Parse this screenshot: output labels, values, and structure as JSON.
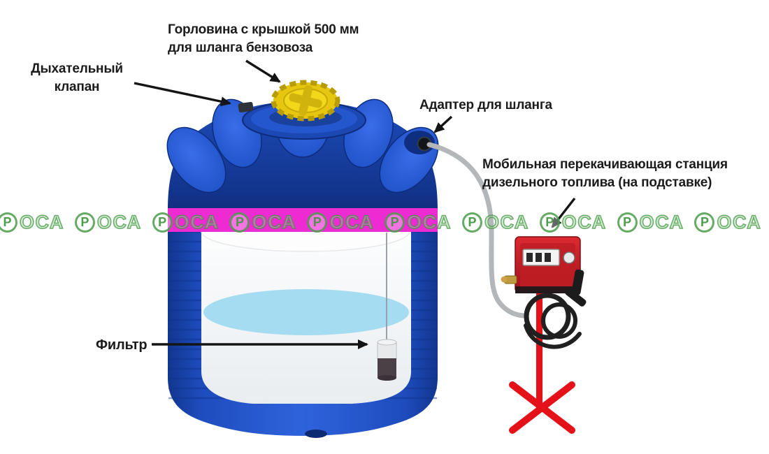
{
  "diagram": {
    "labels": {
      "neck_line1": "Горловина с крышкой 500 мм",
      "neck_line2": "для шланга бензовоза",
      "valve_line1": "Дыхательный",
      "valve_line2": "клапан",
      "adapter": "Адаптер для шланга",
      "pump_line1": "Мобильная  перекачивающая станция",
      "pump_line2": "дизельного топлива (на подставке)",
      "filter": "Фильтр"
    }
  },
  "watermark": {
    "letter": "Р",
    "text": "ОСА",
    "count": 10,
    "color": "#3e963e"
  },
  "colors": {
    "tank_blue": "#2053cf",
    "tank_dark_blue": "#12368f",
    "cap_yellow": "#f0d016",
    "stripe_magenta": "#ee2bd3",
    "liquid_blue": "#a6dcf1",
    "pump_red": "#cf1f27",
    "stand_red": "#e41118",
    "hose_gray": "#b4b7ba",
    "arrow_black": "#141414"
  }
}
